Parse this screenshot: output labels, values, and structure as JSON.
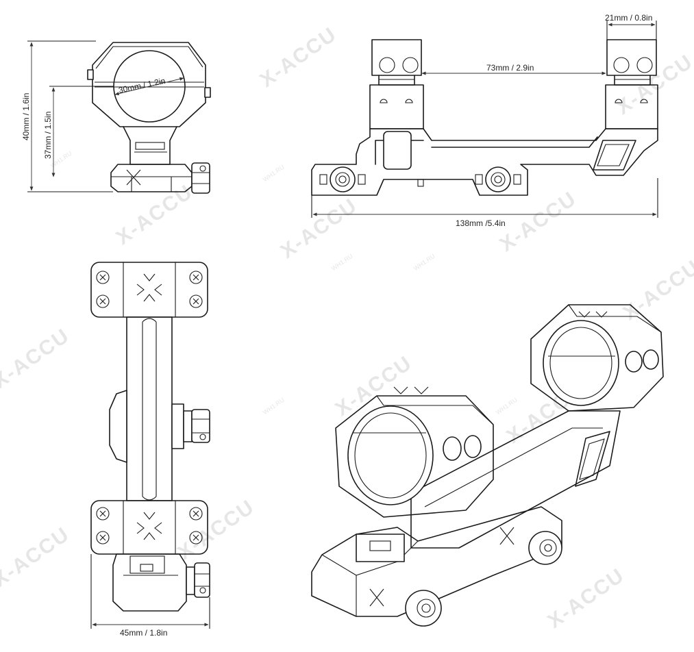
{
  "watermark": {
    "brand": "X-ACCU",
    "site": "WH1.RU"
  },
  "dimensions": {
    "ring_spacing": "73mm / 2.9in",
    "ring_width": "21mm / 0.8in",
    "total_length": "138mm /5.4in",
    "tube_diameter": "30mm / 1.2in",
    "total_height": "40mm / 1.6in",
    "center_height": "37mm / 1.5in",
    "base_width": "45mm / 1.8in"
  }
}
